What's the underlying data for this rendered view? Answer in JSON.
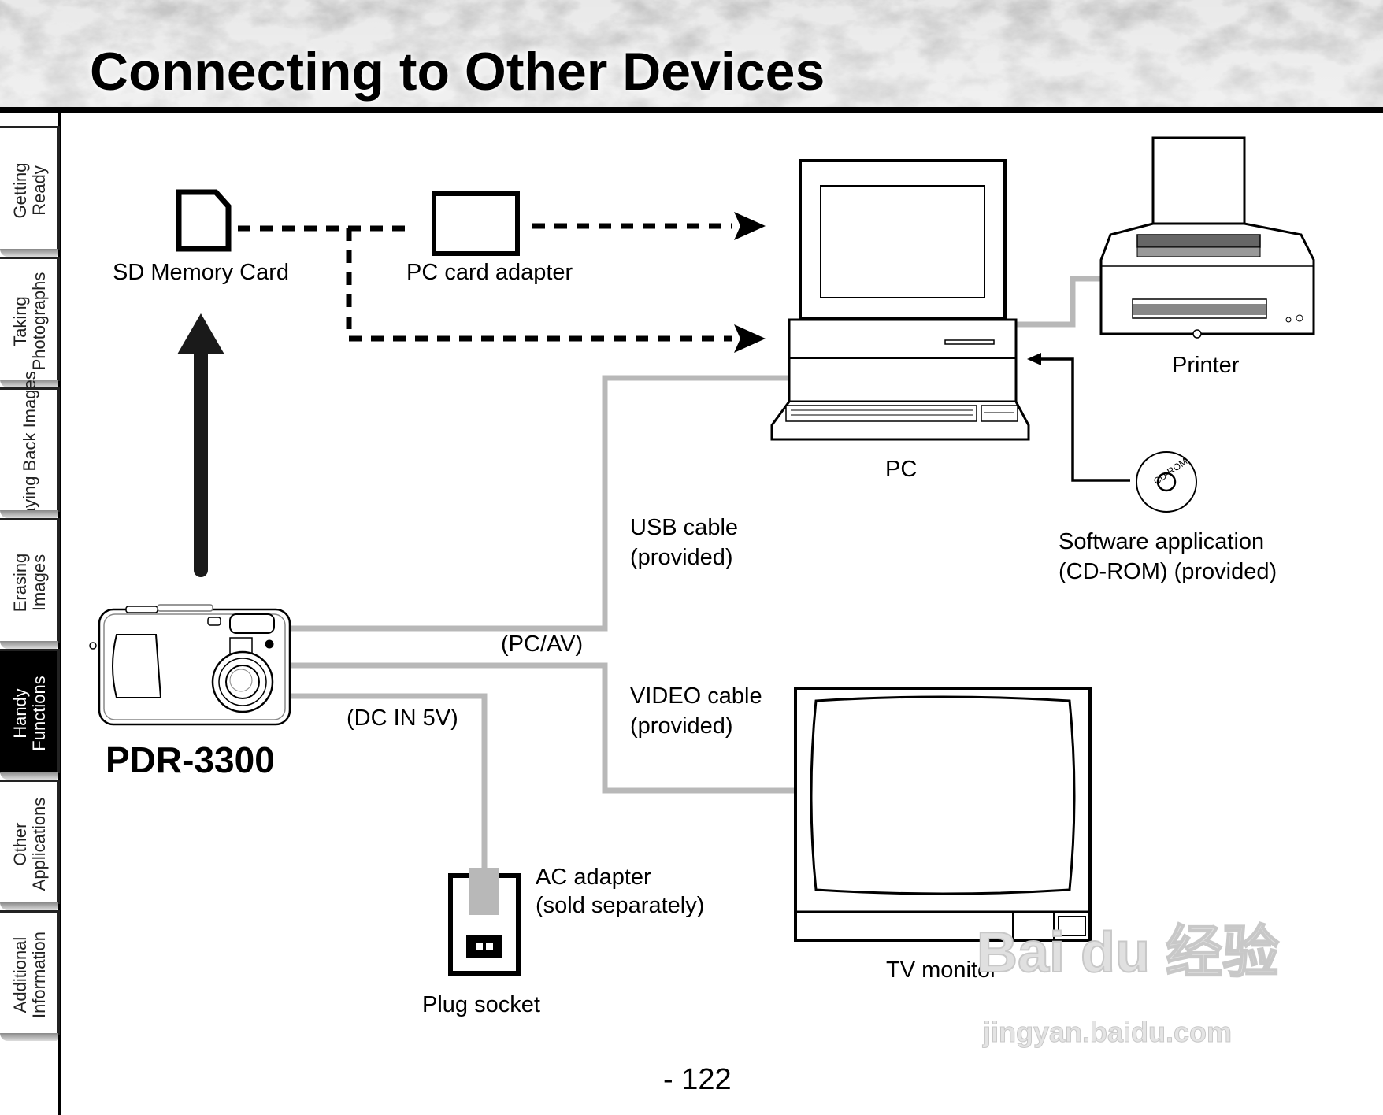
{
  "page": {
    "title": "Connecting to Other Devices",
    "page_number": "- 122",
    "model": "PDR-3300"
  },
  "side_tabs": [
    {
      "label": "Getting Ready",
      "active": false
    },
    {
      "label": "Taking Photographs",
      "active": false
    },
    {
      "label": "Playing Back Images",
      "active": false
    },
    {
      "label": "Erasing Images",
      "active": false
    },
    {
      "label": "Handy Functions",
      "active": true
    },
    {
      "label": "Other Applications",
      "active": false
    },
    {
      "label": "Additional Information",
      "active": false
    }
  ],
  "labels": {
    "sd_card": "SD Memory Card",
    "pc_card_adapter": "PC card adapter",
    "pc": "PC",
    "printer": "Printer",
    "usb_cable_1": "USB cable",
    "usb_cable_2": "(provided)",
    "software_1": "Software application",
    "software_2": "(CD-ROM) (provided)",
    "pc_av": "(PC/AV)",
    "dc_in": "(DC IN 5V)",
    "video_cable_1": "VIDEO cable",
    "video_cable_2": "(provided)",
    "ac_adapter_1": "AC adapter",
    "ac_adapter_2": "(sold separately)",
    "plug_socket": "Plug socket",
    "tv_monitor": "TV monitor",
    "cd_rom_disc": "CD-ROM"
  },
  "watermark": {
    "brand": "Bai du 经验",
    "url": "jingyan.baidu.com"
  },
  "colors": {
    "cable": "#b8b8b8",
    "ink": "#000000",
    "active_tab": "#000000"
  }
}
